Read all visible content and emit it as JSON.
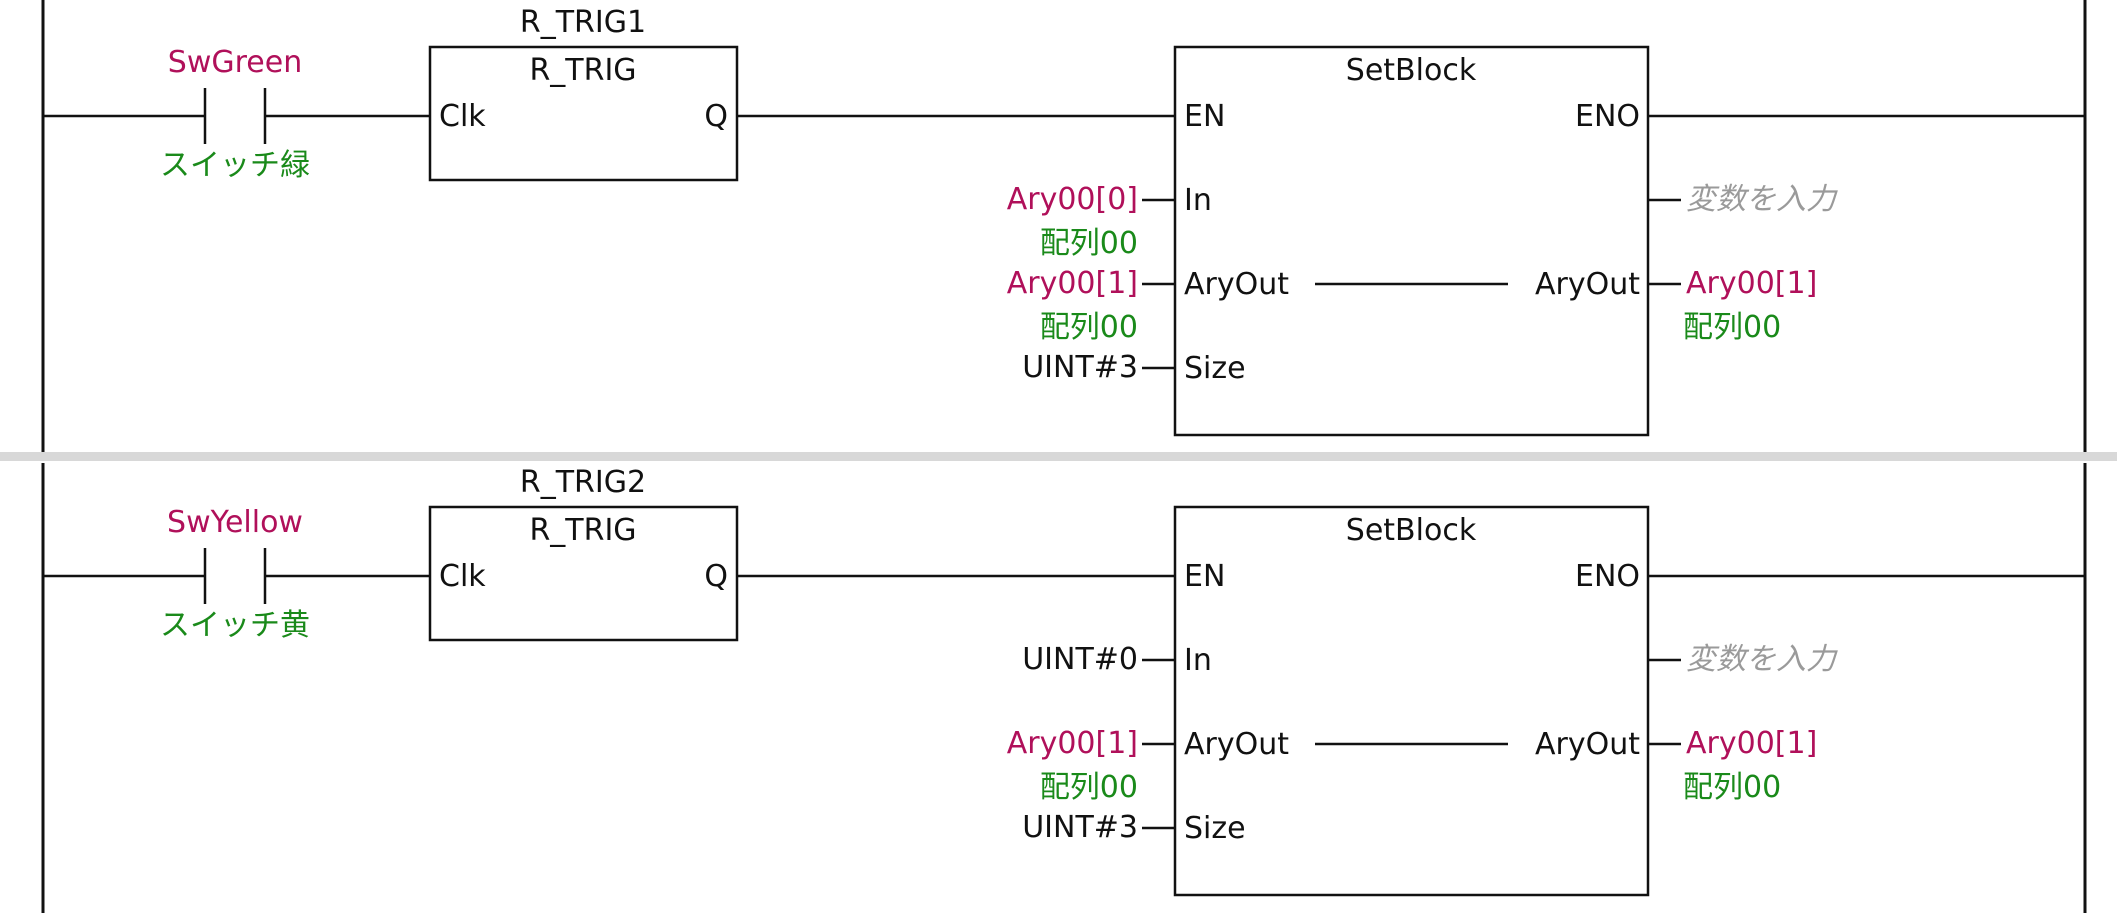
{
  "colors": {
    "variable": "#b0105a",
    "comment": "#1a8a1a",
    "placeholder": "#9a9a9a",
    "separator": "#d8d8d8"
  },
  "rungs": [
    {
      "contact": {
        "variable": "SwGreen",
        "comment": "スイッチ緑"
      },
      "rtrig": {
        "instance": "R_TRIG1",
        "type": "R_TRIG",
        "in_pin": "Clk",
        "out_pin": "Q"
      },
      "setblock": {
        "type": "SetBlock",
        "en": "EN",
        "eno": "ENO",
        "in_pin": "In",
        "aryout_pin": "AryOut",
        "size_pin": "Size",
        "in_arg": {
          "value": "Ary00[0]",
          "comment": "配列00"
        },
        "aryout_arg": {
          "value": "Ary00[1]",
          "comment": "配列00"
        },
        "size_arg": {
          "value": "UINT#3"
        },
        "eno_out": {
          "placeholder": "変数を入力"
        },
        "aryout_out": {
          "value": "Ary00[1]",
          "comment": "配列00"
        }
      }
    },
    {
      "contact": {
        "variable": "SwYellow",
        "comment": "スイッチ黄"
      },
      "rtrig": {
        "instance": "R_TRIG2",
        "type": "R_TRIG",
        "in_pin": "Clk",
        "out_pin": "Q"
      },
      "setblock": {
        "type": "SetBlock",
        "en": "EN",
        "eno": "ENO",
        "in_pin": "In",
        "aryout_pin": "AryOut",
        "size_pin": "Size",
        "in_arg": {
          "value": "UINT#0",
          "comment": ""
        },
        "aryout_arg": {
          "value": "Ary00[1]",
          "comment": "配列00"
        },
        "size_arg": {
          "value": "UINT#3"
        },
        "eno_out": {
          "placeholder": "変数を入力"
        },
        "aryout_out": {
          "value": "Ary00[1]",
          "comment": "配列00"
        }
      }
    }
  ]
}
